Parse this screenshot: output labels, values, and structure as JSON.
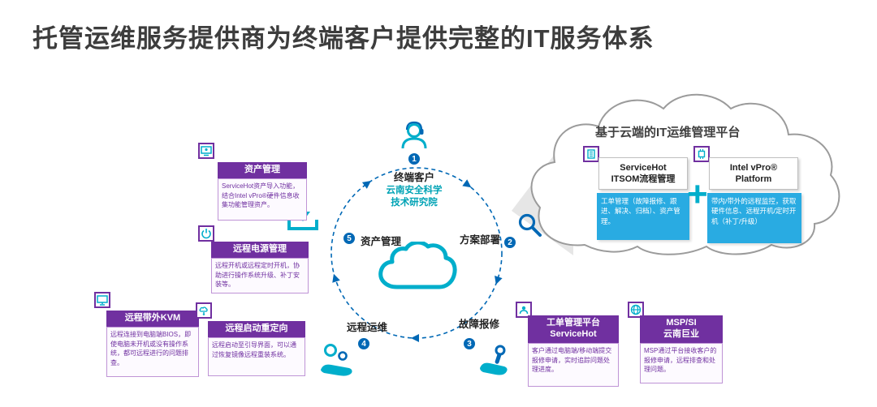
{
  "title": "托管运维服务提供商为终端客户提供完整的IT服务体系",
  "cycle": {
    "steps": [
      {
        "num": "1",
        "label": "终端客户",
        "sub": "云南安全科学\n技术研究院"
      },
      {
        "num": "2",
        "label": "方案部署"
      },
      {
        "num": "3",
        "label": "故障报修"
      },
      {
        "num": "4",
        "label": "远程运维"
      },
      {
        "num": "5",
        "label": "资产管理"
      }
    ]
  },
  "cards": {
    "asset": {
      "title": "资产管理",
      "body": "ServiceHot资产导入功能，结合Intel vPro®硬件信息收集功能管理资产。"
    },
    "power": {
      "title": "远程电源管理",
      "body": "远程开机或远程定时开机，协助进行操作系统升级、补丁安装等。"
    },
    "kvm": {
      "title": "远程带外KVM",
      "body": "远程连接到电脑端BIOS，即使电脑未开机或没有操作系统，都可远程进行的问题排查。"
    },
    "redirect": {
      "title": "远程启动重定向",
      "body": "远程启动至引导界面，可以通过恢复镜像远程重装系统。"
    },
    "ticket": {
      "title": "工单管理平台\nServiceHot",
      "body": "客户通过电脑端/移动端提交报修申请，实时追踪问题处理进度。"
    },
    "msp": {
      "title": "MSP/SI\n云南巨业",
      "body": "MSP通过平台接收客户的报修申请，远程排查和处理问题。"
    }
  },
  "cloud_panel": {
    "title": "基于云端的IT运维管理平台",
    "plus": "+",
    "left": {
      "name": "ServiceHot\nITSOM流程管理",
      "desc": "工单管理（故障报修、跟进、解决、归档）、资产管理。"
    },
    "right": {
      "name": "Intel vPro®\nPlatform",
      "desc": "带内/带外的远程监控，获取硬件信息、远程开机/定时开机（补丁/升级）"
    }
  },
  "colors": {
    "purple": "#7030A0",
    "intel_blue": "#0068B5",
    "teal": "#00AECB",
    "desc_blue": "#29ABE2"
  }
}
